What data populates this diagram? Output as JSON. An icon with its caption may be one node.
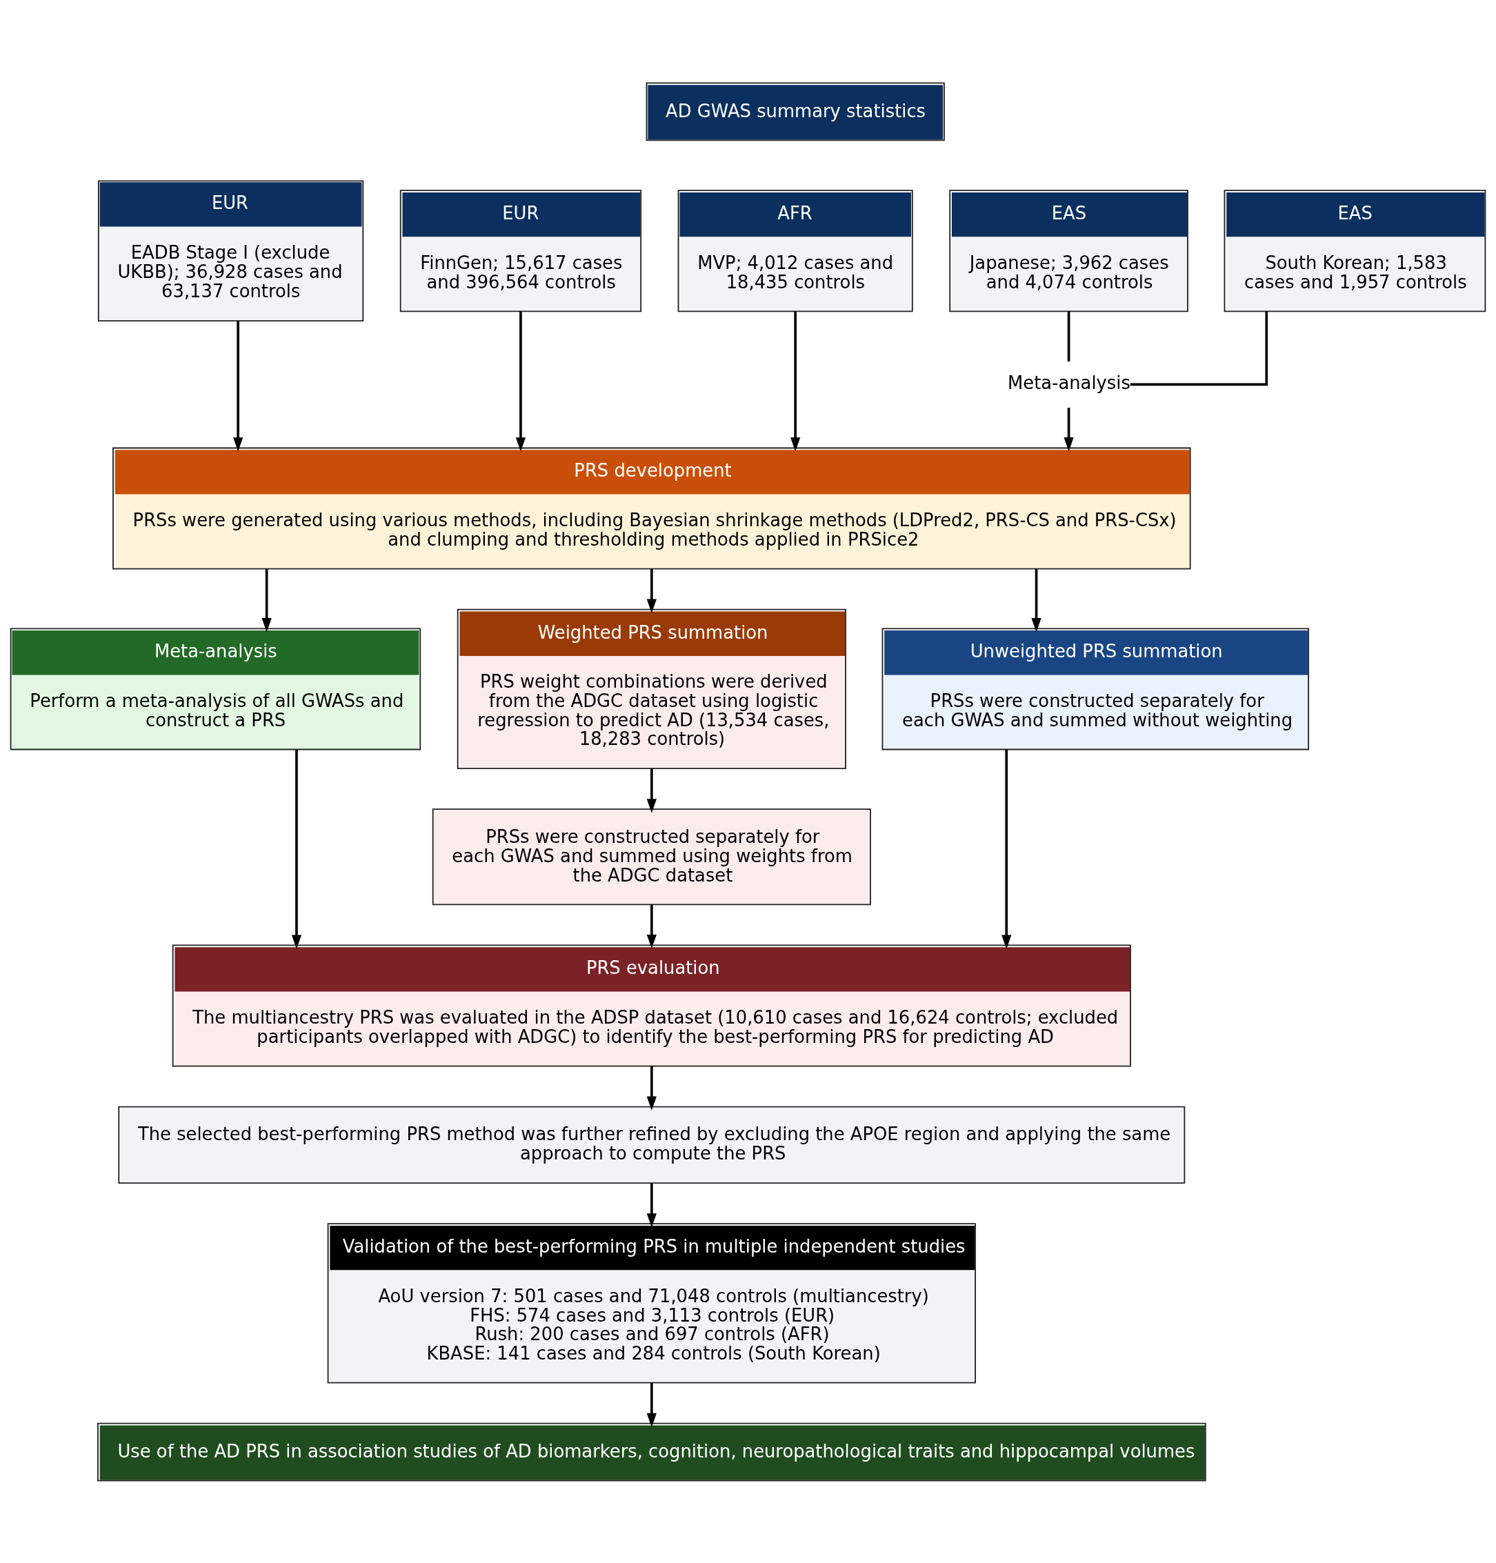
{
  "diagram": {
    "nodes": [
      {
        "text": [
          "AD GWAS summary statistics"
        ]
      },
      {
        "text": [
          "EUR",
          "EADB Stage I (exclude UKBB); 36,928 cases and 63,137 controls"
        ]
      },
      {
        "text": [
          "EUR",
          "FinnGen; 15,617 cases and 396,564 controls"
        ]
      },
      {
        "text": [
          "AFR",
          "MVP; 4,012 cases and 18,435 controls"
        ]
      },
      {
        "text": [
          "EAS",
          "Japanese; 3,962 cases and 4,074 controls"
        ]
      },
      {
        "text": [
          "EAS",
          "South Korean; 1,583 cases and 1,957 controls"
        ]
      },
      {
        "text": [
          "Meta-analysis"
        ]
      },
      {
        "text": [
          "PRS development",
          "PRSs were generated using various methods, including Bayesian shrinkage methods (LDPred2, PRS-CS and PRS-CSx) and clumping and thresholding methods applied in PRSice2"
        ]
      },
      {
        "text": [
          "Meta-analysis",
          "Perform a meta-analysis of all GWASs and construct a PRS"
        ]
      },
      {
        "text": [
          "Weighted PRS summation",
          "PRS weight combinations were derived from the ADGC dataset using logistic regression to predict AD (13,534 cases, 18,283 controls)"
        ]
      },
      {
        "text": [
          "Unweighted PRS summation",
          "PRSs were constructed separately for each GWAS and summed without weighting"
        ]
      },
      {
        "text": [
          "PRSs were constructed separately for each GWAS and summed using weights from the ADGC dataset"
        ]
      },
      {
        "text": [
          "PRS evaluation",
          "The multiancestry PRS was evaluated in the ADSP dataset (10,610 cases and 16,624 controls; excluded participants overlapped with ADGC) to identify the best-performing PRS for predicting AD"
        ]
      },
      {
        "text": [
          "The selected best-performing PRS method was further refined by excluding the APOE region and applying the same approach to compute the PRS"
        ]
      },
      {
        "text": [
          "Validation of the best-performing PRS in multiple independent studies",
          "AoU version 7: 501 cases and 71,048 controls (multiancestry)",
          "FHS: 574 cases and 3,113 controls (EUR)",
          "Rush: 200 cases and 697 controls (AFR)",
          "KBASE: 141 cases and 284 controls (South Korean)"
        ]
      },
      {
        "text": [
          "Use of the AD PRS in association studies of AD biomarkers, cognition, neuropathological traits and hippocampal volumes"
        ]
      }
    ],
    "edges": [
      {
        "from": 1,
        "to": 7,
        "arrow": "to"
      },
      {
        "from": 2,
        "to": 7,
        "arrow": "to"
      },
      {
        "from": 3,
        "to": 7,
        "arrow": "to"
      },
      {
        "from": 4,
        "to": 6,
        "arrow": "none"
      },
      {
        "from": 5,
        "to": 6,
        "arrow": "none"
      },
      {
        "from": 6,
        "to": 7,
        "arrow": "to"
      },
      {
        "from": 7,
        "to": 8,
        "arrow": "to"
      },
      {
        "from": 7,
        "to": 9,
        "arrow": "to"
      },
      {
        "from": 7,
        "to": 10,
        "arrow": "to"
      },
      {
        "from": 9,
        "to": 11,
        "arrow": "to"
      },
      {
        "from": 8,
        "to": 12,
        "arrow": "to"
      },
      {
        "from": 11,
        "to": 12,
        "arrow": "to"
      },
      {
        "from": 10,
        "to": 12,
        "arrow": "to"
      },
      {
        "from": 12,
        "to": 13,
        "arrow": "to"
      },
      {
        "from": 13,
        "to": 14,
        "arrow": "to"
      },
      {
        "from": 14,
        "to": 15,
        "arrow": "to"
      }
    ]
  }
}
